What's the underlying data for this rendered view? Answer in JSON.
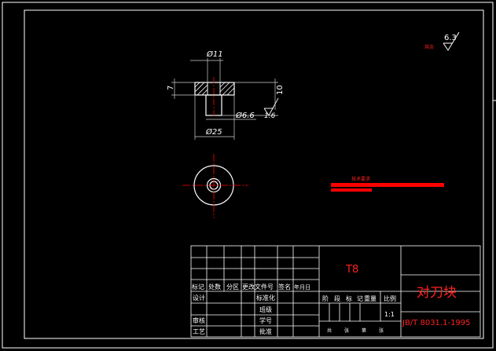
{
  "colors": {
    "background": "#000000",
    "line": "#ffffff",
    "accent": "#ff0000",
    "dim": "#cfcfcf"
  },
  "dimensions": {
    "dia_top": "Ø11",
    "dia_mid": "Ø6.6",
    "dia_bottom": "Ø25",
    "height_left": "7",
    "height_right": "10",
    "roughness_part": "1.6"
  },
  "roughness_other": {
    "label": "其余",
    "value": "6.3"
  },
  "tech_req": {
    "label": "技术要求"
  },
  "title_block": {
    "material": "T8",
    "part_name": "对刀块",
    "standard": "JB/T 8031.1-1995",
    "scale": "1:1",
    "headers": [
      "标记",
      "处数",
      "分区",
      "更改文件号",
      "签名",
      "年月日"
    ],
    "left_rows": [
      "设计",
      "审核",
      "工艺"
    ],
    "mid_rows": [
      "标准化",
      "班级",
      "学号",
      "批准"
    ],
    "stage_headers": [
      "阶",
      "段",
      "标",
      "记",
      "重量",
      "比例"
    ],
    "sheet_labels": [
      "共",
      "张",
      "第",
      "张"
    ]
  }
}
